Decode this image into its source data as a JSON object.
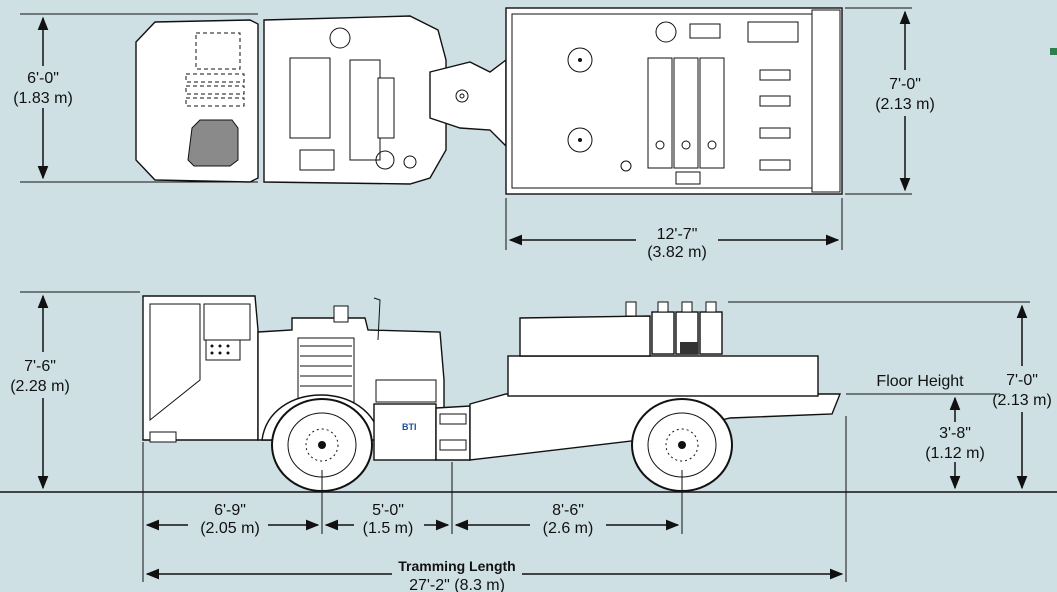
{
  "colors": {
    "background": "#cfe0e5",
    "accent_square": "#2e7d4f",
    "seat": "#8a8a8a"
  },
  "top_view": {
    "width_label": "6'-0\"",
    "width_metric": "(1.83 m)",
    "height_label": "7'-0\"",
    "height_metric": "(2.13 m)",
    "length_label": "12'-7\"",
    "length_metric": "(3.82 m)"
  },
  "side_view": {
    "cab_height_label": "7'-6\"",
    "cab_height_metric": "(2.28 m)",
    "deck_height_label": "7'-0\"",
    "deck_height_metric": "(2.13 m)",
    "floor_label": "Floor Height",
    "floor_height_label": "3'-8\"",
    "floor_height_metric": "(1.12 m)",
    "seg1_label": "6'-9\"",
    "seg1_metric": "(2.05 m)",
    "seg2_label": "5'-0\"",
    "seg2_metric": "(1.5 m)",
    "seg3_label": "8'-6\"",
    "seg3_metric": "(2.6 m)",
    "tramming_title": "Tramming Length",
    "tramming_value": "27'-2\" (8.3 m)",
    "logo_text": "BTI"
  }
}
